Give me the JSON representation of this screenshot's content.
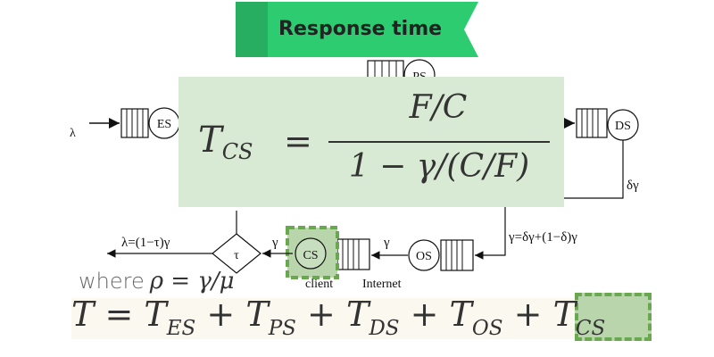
{
  "title": "Response time",
  "diagram": {
    "nodes": {
      "es": "ES",
      "ps": "PS",
      "ds": "DS",
      "os": "OS",
      "cs": "CS",
      "tau": "τ"
    },
    "labels": {
      "lambda_in": "λ",
      "delta_gamma": "δγ",
      "gamma_mix": "γ=δγ+(1−δ)γ",
      "gamma_a": "γ",
      "gamma_b": "γ",
      "lambda_out": "λ=(1−τ)γ",
      "client": "client",
      "internet": "Internet"
    },
    "colors": {
      "highlight_fill": "#b9d5ab",
      "highlight_border": "#6aa84f",
      "ribbon": "#2ecc71",
      "ribbon_dark": "#27ae60",
      "formula_bg": "#d8ead3"
    }
  },
  "formula": {
    "lhs_base": "T",
    "lhs_sub": "CS",
    "eq": "=",
    "numerator": "F/C",
    "denominator": "1 − γ/(C/F)"
  },
  "where": {
    "word": "where",
    "expr": "ρ = γ/μ"
  },
  "total": {
    "lhs": "T",
    "eq": "=",
    "plus": "+",
    "terms": [
      {
        "base": "T",
        "sub": "ES"
      },
      {
        "base": "T",
        "sub": "PS"
      },
      {
        "base": "T",
        "sub": "DS"
      },
      {
        "base": "T",
        "sub": "OS"
      },
      {
        "base": "T",
        "sub": "CS"
      }
    ]
  }
}
